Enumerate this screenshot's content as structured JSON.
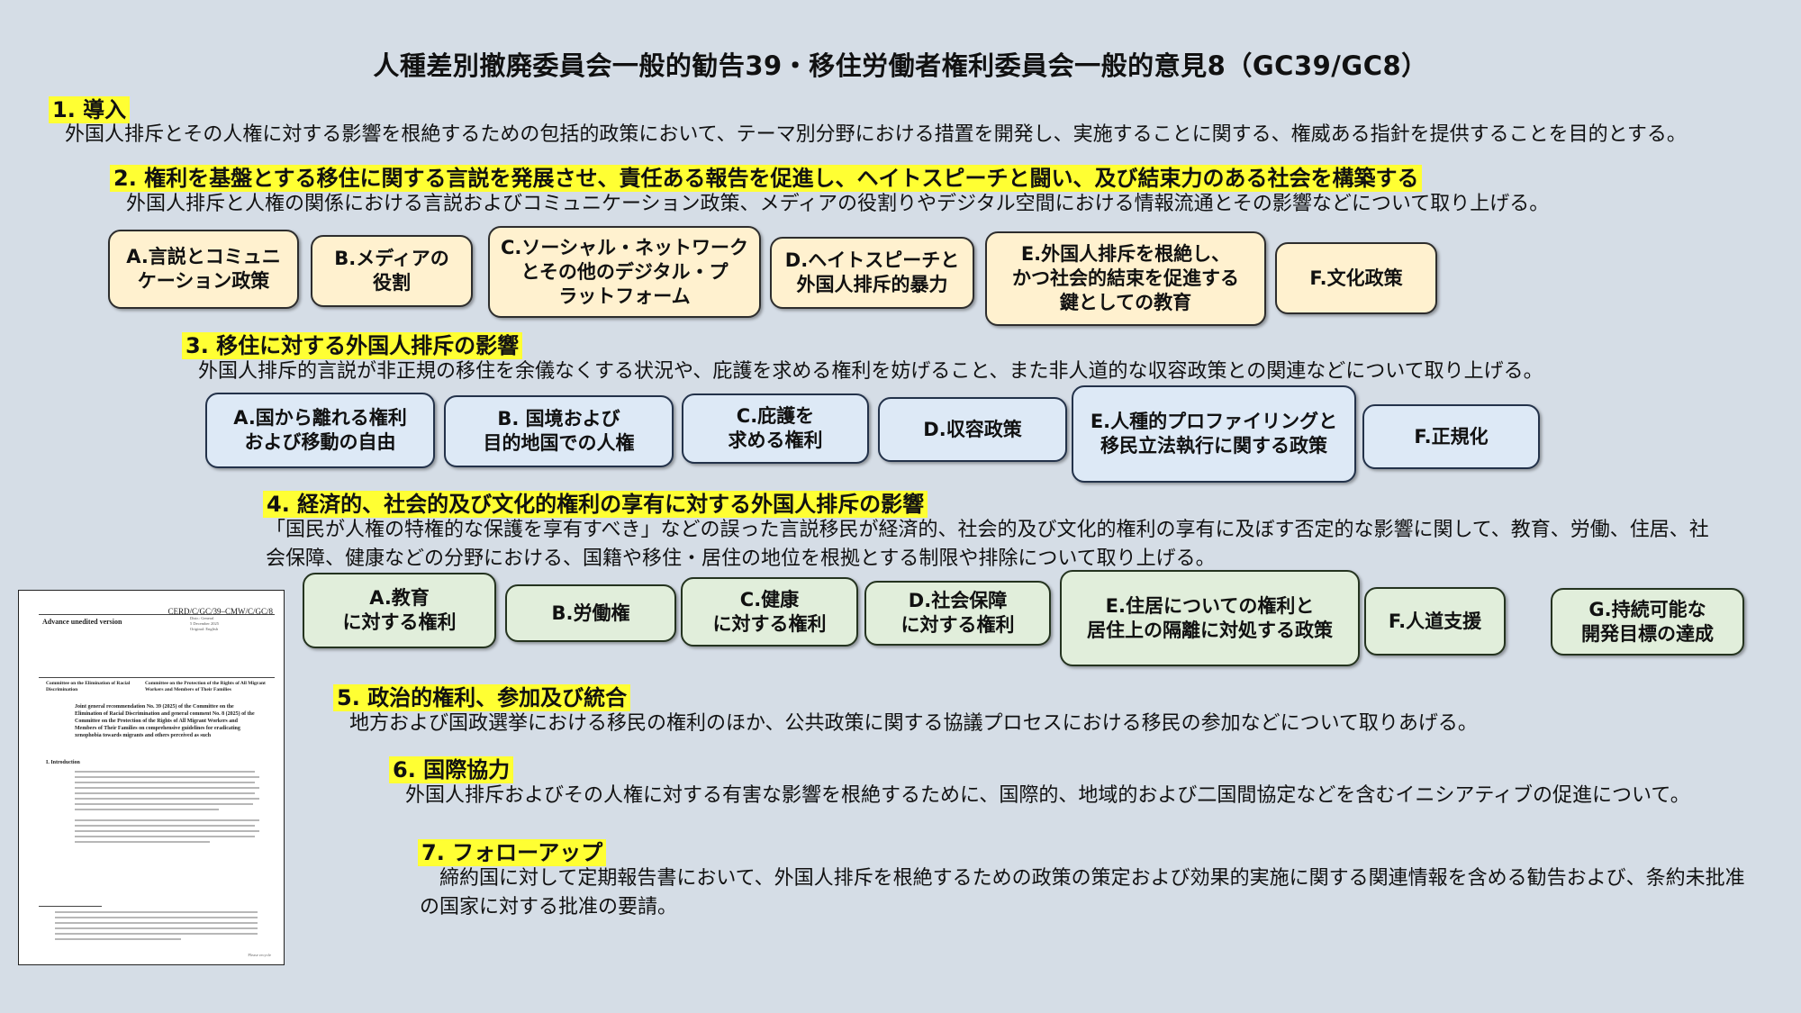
{
  "title": "人種差別撤廃委員会一般的勧告39・移住労働者権利委員会一般的意見8（GC39/GC8）",
  "sections": [
    {
      "heading": "1. 導入",
      "body": "外国人排斥とその人権に対する影響を根絶するための包括的政策において、テーマ別分野における措置を開発し、実施することに関する、権威ある指針を提供することを目的とする。"
    },
    {
      "heading": "2. 権利を基盤とする移住に関する言説を発展させ、責任ある報告を促進し、ヘイトスピーチと闘い、及び結束力のある社会を構築する",
      "body": "外国人排斥と人権の関係における言説およびコミュニケーション政策、メディアの役割りやデジタル空間における情報流通とその影響などについて取り上げる。",
      "boxes": [
        {
          "lines": [
            "A.言説とコミュニ",
            "ケーション政策"
          ]
        },
        {
          "lines": [
            "B.メディアの",
            "役割"
          ]
        },
        {
          "lines": [
            "C.ソーシャル・ネットワーク",
            "とその他のデジタル・プ",
            "ラットフォーム"
          ]
        },
        {
          "lines": [
            "D.ヘイトスピーチと",
            "外国人排斥的暴力"
          ]
        },
        {
          "lines": [
            "E.外国人排斥を根絶し、",
            "かつ社会的結束を促進する",
            "鍵としての教育"
          ]
        },
        {
          "lines": [
            "F.文化政策"
          ]
        }
      ]
    },
    {
      "heading": "3. 移住に対する外国人排斥の影響",
      "body": "外国人排斥的言説が非正規の移住を余儀なくする状況や、庇護を求める権利を妨げること、また非人道的な収容政策との関連などについて取り上げる。",
      "boxes": [
        {
          "lines": [
            "A.国から離れる権利",
            "および移動の自由"
          ]
        },
        {
          "lines": [
            "B. 国境および",
            "目的地国での人権"
          ]
        },
        {
          "lines": [
            "C.庇護を",
            "求める権利"
          ]
        },
        {
          "lines": [
            "D.収容政策"
          ]
        },
        {
          "lines": [
            "E.人種的プロファイリングと",
            "移民立法執行に関する政策"
          ]
        },
        {
          "lines": [
            "F.正規化"
          ]
        }
      ]
    },
    {
      "heading": "4. 経済的、社会的及び文化的権利の享有に対する外国人排斥の影響",
      "body": "「国民が人権の特権的な保護を享有すべき」などの誤った言説移民が経済的、社会的及び文化的権利の享有に及ぼす否定的な影響に関して、教育、労働、住居、社会保障、健康などの分野における、国籍や移住・居住の地位を根拠とする制限や排除について取り上げる。",
      "boxes": [
        {
          "lines": [
            "A.教育",
            "に対する権利"
          ]
        },
        {
          "lines": [
            "B.労働権"
          ]
        },
        {
          "lines": [
            "C.健康",
            "に対する権利"
          ]
        },
        {
          "lines": [
            "D.社会保障",
            "に対する権利"
          ]
        },
        {
          "lines": [
            "E.住居についての権利と",
            "居住上の隔離に対処する政策"
          ]
        },
        {
          "lines": [
            "F.人道支援"
          ]
        },
        {
          "lines": [
            "G.持続可能な",
            "開発目標の達成"
          ]
        }
      ]
    },
    {
      "heading": "5. 政治的権利、参加及び統合",
      "body": "地方および国政選挙における移民の権利のほか、公共政策に関する協議プロセスにおける移民の参加などについて取りあげる。"
    },
    {
      "heading": "6.  国際協力",
      "body": "外国人排斥およびその人権に対する有害な影響を根絶するために、国際的、地域的および二国間協定などを含むイニシアティブの促進について。"
    },
    {
      "heading": "7. フォローアップ",
      "body": "　締約国に対して定期報告書において、外国人排斥を根絶するための政策の策定および効果的実施に関する関連情報を含める勧告および、条約未批准の国家に対する批准の要請。"
    }
  ],
  "thumbnail": {
    "symbol": "CERD/C/GC/39–CMW/C/GC/8",
    "version": "Advance unedited version",
    "meta": [
      "Distr.: General",
      "5 December 2025",
      "",
      "Original: English"
    ],
    "committee_left": "Committee on the Elimination of Racial Discrimination",
    "committee_right": "Committee on the Protection of the Rights of All Migrant Workers and Members of Their Families",
    "heading": "Joint general recommendation No. 39 (2025) of the Committee on the Elimination of Racial Discrimination and general comment No. 8 (2025) of the Committee on the Protection of the Rights of All Migrant Workers and Members of Their Families on comprehensive guidelines for eradicating xenophobia towards migrants and others perceived as such",
    "intro": "I.   Introduction",
    "footer": "Please recycle"
  }
}
